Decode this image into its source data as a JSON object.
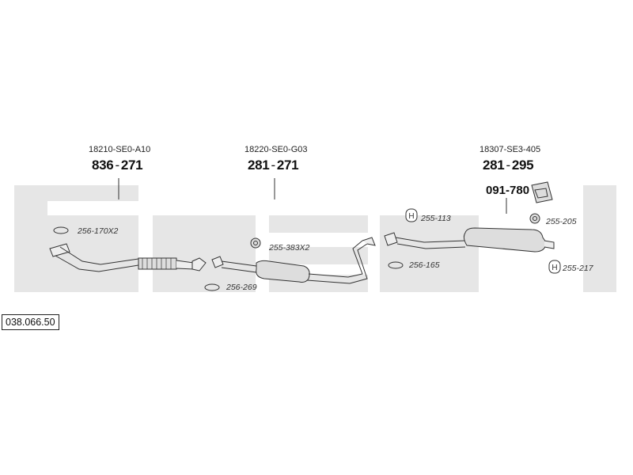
{
  "catalog_number": "038.066.50",
  "watermark_word": "bosal",
  "colors": {
    "watermark": "#e6e6e6",
    "line": "#333333",
    "part_fill": "#d8d8d8"
  },
  "assemblies": [
    {
      "oe_number": "18210-SE0-A10",
      "part_a": "836",
      "part_b": "271"
    },
    {
      "oe_number": "18220-SE0-G03",
      "part_a": "281",
      "part_b": "271"
    },
    {
      "oe_number": "18307-SE3-405",
      "part_a": "281",
      "part_b": "295"
    }
  ],
  "extra_part": {
    "part_a": "091",
    "part_b": "780"
  },
  "fittings": [
    {
      "label": "256-170X2",
      "icon": "gasket-ring-icon"
    },
    {
      "label": "256-269",
      "icon": "gasket-ring-icon"
    },
    {
      "label": "255-383X2",
      "icon": "rubber-mount-icon"
    },
    {
      "label": "255-113",
      "icon": "hanger-h-icon"
    },
    {
      "label": "256-165",
      "icon": "gasket-ring-icon"
    },
    {
      "label": "255-205",
      "icon": "rubber-mount-icon"
    },
    {
      "label": "255-217",
      "icon": "hanger-h-icon"
    }
  ]
}
